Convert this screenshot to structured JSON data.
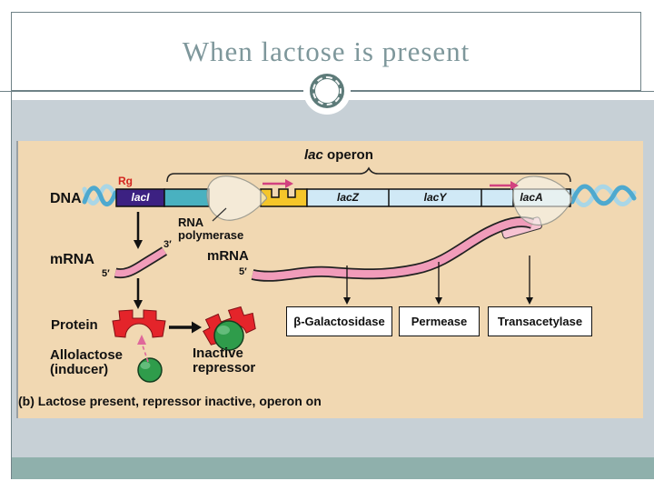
{
  "slide": {
    "title": "When lactose is present",
    "caption": "(b) Lactose present, repressor inactive, operon on"
  },
  "diagram": {
    "operon": {
      "italic": "lac",
      "rest": " operon"
    },
    "dna_label": "DNA",
    "regulator_label": "Rg",
    "genes": {
      "laci": "lacI",
      "lacz": "lacZ",
      "lacy": "lacY",
      "laca": "lacA"
    },
    "rna_polymerase": {
      "line1": "RNA",
      "line2": "polymerase"
    },
    "mrna_left": "mRNA",
    "mrna_center": "mRNA",
    "prime_3": "3′",
    "prime_5_left": "5′",
    "prime_5_center": "5′",
    "protein_label": "Protein",
    "allolactose": {
      "line1": "Allolactose",
      "line2": "(inducer)"
    },
    "inactive_repressor": {
      "line1": "Inactive",
      "line2": "repressor"
    },
    "products": [
      "β-Galactosidase",
      "Permease",
      "Transacetylase"
    ],
    "colors": {
      "accent_ring": "#5d7b79",
      "band_light": "#c7d0d6",
      "band_teal": "#8fb0ac",
      "panel_tan": "#f1d8b2",
      "laci_purple": "#3c2182",
      "promoter_teal": "#49b1c0",
      "operator_yellow": "#f5c62a",
      "gene_blue": "#d0e9f6",
      "mrna_pink": "#f19cba",
      "repressor_red": "#e4242a",
      "inducer_green": "#2f9c4b",
      "arrow_magenta": "#d2417f",
      "title_color": "#7e979b"
    }
  }
}
